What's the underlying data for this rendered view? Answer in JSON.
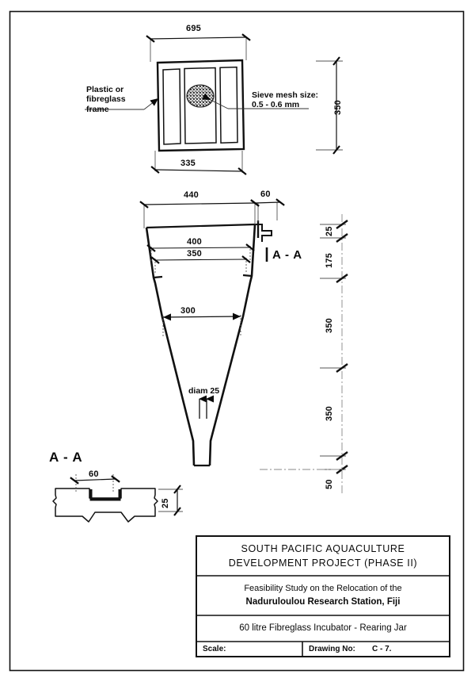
{
  "sheet": {
    "border_color": "#111111"
  },
  "top_view": {
    "name": "sieve-frame-plan",
    "dimensions": {
      "width_outer": "695",
      "width_inner": "335",
      "height": "350"
    },
    "annotations": {
      "frame_note": "Plastic or\nfibreglass\nframe",
      "mesh_note": "Sieve mesh size:\n0.5 - 0.6 mm"
    }
  },
  "elevation": {
    "name": "rearing-jar-elevation",
    "dimensions": {
      "top_outer": "440",
      "spout_width": "60",
      "rim_inner_outer": "400",
      "rim_inner": "350",
      "body_width": "300",
      "outlet_note": "diam 25"
    },
    "vertical_chain": [
      "25",
      "175",
      "350",
      "350",
      "50"
    ],
    "section_marker": "A - A"
  },
  "section": {
    "name": "section-a-a",
    "title": "A - A",
    "dimensions": {
      "channel_width": "60",
      "channel_depth": "25"
    }
  },
  "title_block": {
    "project_line1": "SOUTH PACIFIC AQUACULTURE",
    "project_line2": "DEVELOPMENT PROJECT (PHASE II)",
    "study_line1": "Feasibility Study on the Relocation of the",
    "study_line2": "Naduruloulou Research Station, Fiji",
    "drawing_title": "60 litre Fibreglass Incubator - Rearing Jar",
    "scale_label": "Scale:",
    "scale_value": "",
    "drawing_no_label": "Drawing No:",
    "drawing_no_value": "C - 7."
  }
}
